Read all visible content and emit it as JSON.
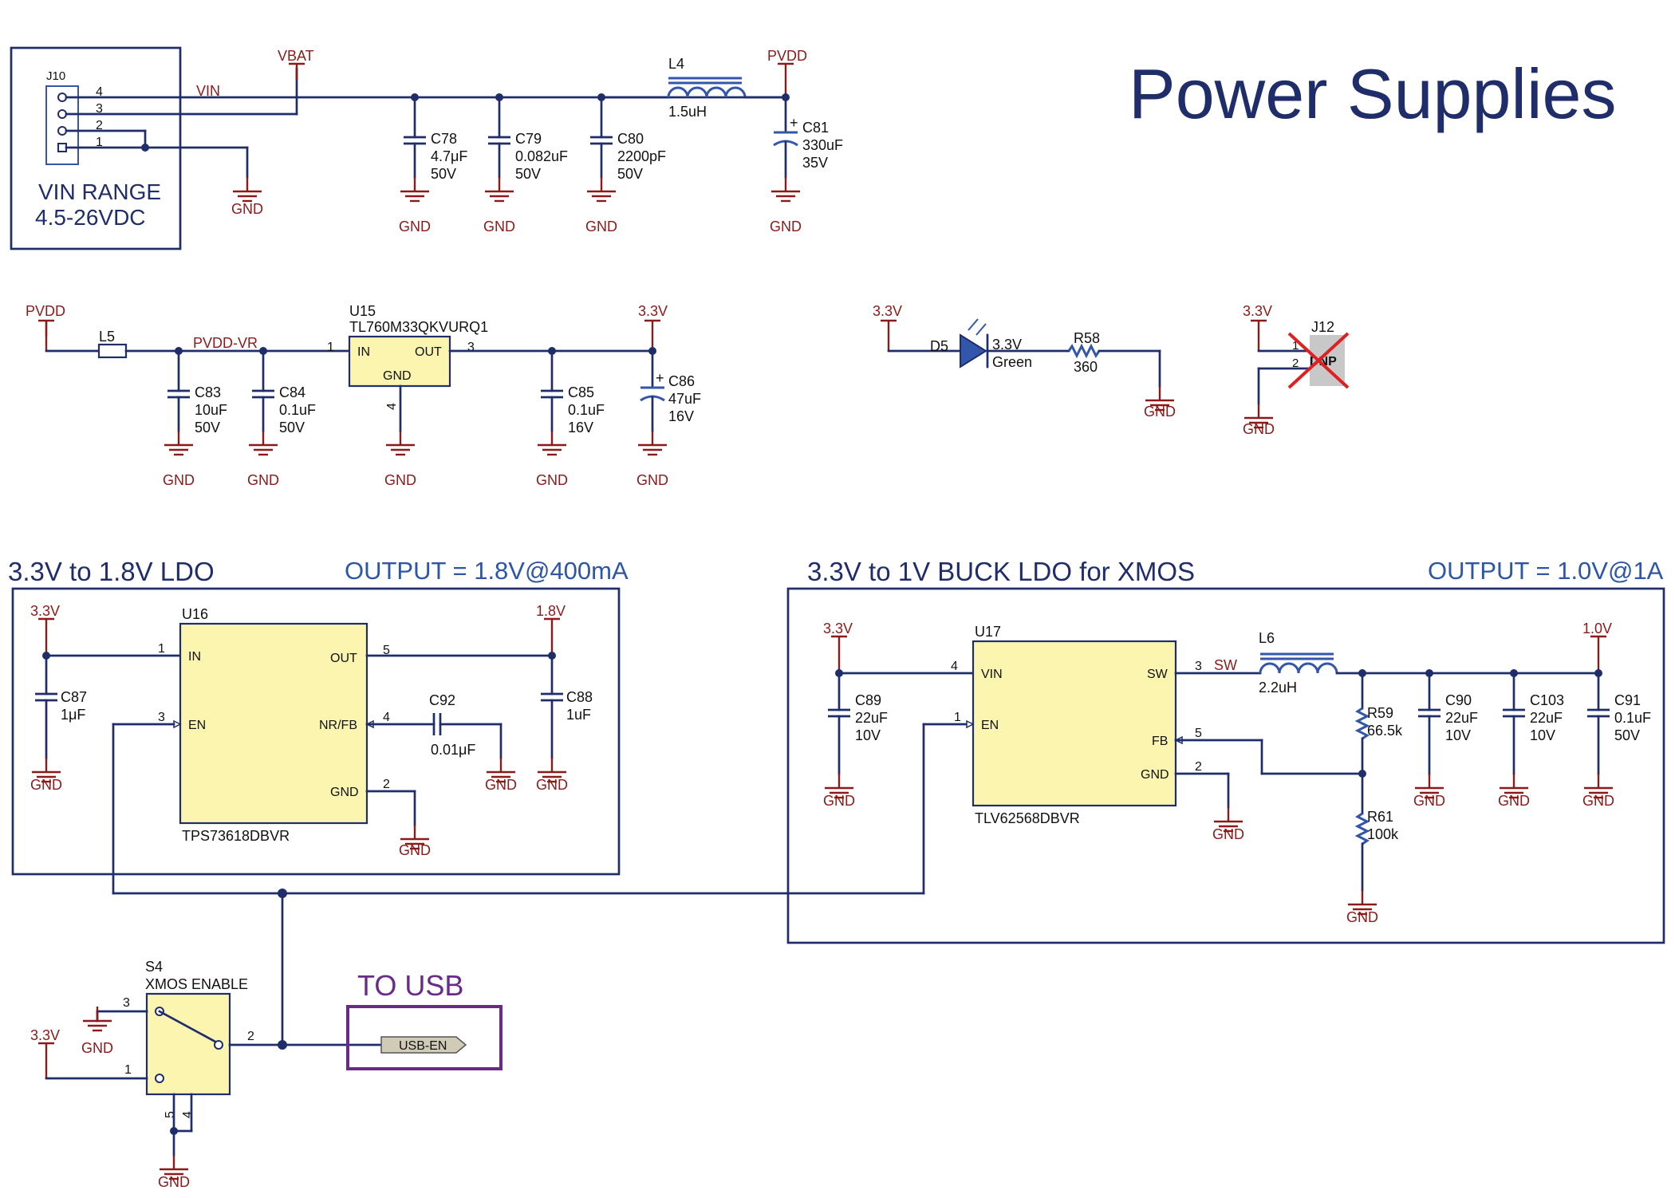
{
  "title": "Power Supplies",
  "input_block": {
    "connector": "J10",
    "range_line1": "VIN RANGE",
    "range_line2": "4.5-26VDC",
    "pins": [
      "4",
      "3",
      "2",
      "1"
    ],
    "net_vin": "VIN",
    "net_vbat": "VBAT",
    "net_pvdd": "PVDD"
  },
  "caps_top": [
    {
      "ref": "C78",
      "value": "4.7μF",
      "rating": "50V"
    },
    {
      "ref": "C79",
      "value": "0.082uF",
      "rating": "50V"
    },
    {
      "ref": "C80",
      "value": "2200pF",
      "rating": "50V"
    },
    {
      "ref": "C81",
      "value": "330uF",
      "rating": "35V"
    }
  ],
  "l4": {
    "ref": "L4",
    "value": "1.5uH"
  },
  "gnd": "GND",
  "reg33": {
    "in_net": "PVDD",
    "l5": "L5",
    "mid_net": "PVDD-VR",
    "ref": "U15",
    "part": "TL760M33QKVURQ1",
    "pin_in": "IN",
    "pin_out": "OUT",
    "pin_gnd": "GND",
    "pin1": "1",
    "pin3": "3",
    "pin4": "4",
    "out_net": "3.3V",
    "caps": [
      {
        "ref": "C83",
        "value": "10uF",
        "rating": "50V"
      },
      {
        "ref": "C84",
        "value": "0.1uF",
        "rating": "50V"
      },
      {
        "ref": "C85",
        "value": "0.1uF",
        "rating": "16V"
      },
      {
        "ref": "C86",
        "value": "47uF",
        "rating": "16V"
      }
    ]
  },
  "led": {
    "net": "3.3V",
    "ref": "D5",
    "label1": "3.3V",
    "label2": "Green",
    "res_ref": "R58",
    "res_value": "360"
  },
  "j12": {
    "net": "3.3V",
    "ref": "J12",
    "dnp": "DNP",
    "pin1": "1",
    "pin2": "2"
  },
  "ldo18": {
    "header": "3.3V to 1.8V LDO",
    "output": "OUTPUT = 1.8V@400mA",
    "in_net": "3.3V",
    "out_net": "1.8V",
    "ref": "U16",
    "part": "TPS73618DBVR",
    "pins": {
      "in": "IN",
      "en": "EN",
      "out": "OUT",
      "nrfb": "NR/FB",
      "gnd": "GND"
    },
    "pin_numbers": {
      "in": "1",
      "en": "3",
      "out": "5",
      "nrfb": "4",
      "gnd": "2"
    },
    "caps": [
      {
        "ref": "C87",
        "value": "1μF"
      },
      {
        "ref": "C92",
        "value": "0.01μF"
      },
      {
        "ref": "C88",
        "value": "1uF"
      }
    ]
  },
  "buck": {
    "header": "3.3V to 1V BUCK LDO for XMOS",
    "output": "OUTPUT = 1.0V@1A",
    "in_net": "3.3V",
    "out_net": "1.0V",
    "ref": "U17",
    "part": "TLV62568DBVR",
    "pins": {
      "vin": "VIN",
      "en": "EN",
      "sw": "SW",
      "fb": "FB",
      "gnd": "GND"
    },
    "pin_numbers": {
      "vin": "4",
      "en": "1",
      "sw": "3",
      "fb": "5",
      "gnd": "2"
    },
    "sw_net": "SW",
    "l6": {
      "ref": "L6",
      "value": "2.2uH"
    },
    "r59": {
      "ref": "R59",
      "value": "66.5k"
    },
    "r61": {
      "ref": "R61",
      "value": "100k"
    },
    "caps": [
      {
        "ref": "C89",
        "value": "22uF",
        "rating": "10V"
      },
      {
        "ref": "C90",
        "value": "22uF",
        "rating": "10V"
      },
      {
        "ref": "C103",
        "value": "22uF",
        "rating": "10V"
      },
      {
        "ref": "C91",
        "value": "0.1uF",
        "rating": "50V"
      }
    ]
  },
  "switch": {
    "ref": "S4",
    "name": "XMOS ENABLE",
    "net": "3.3V",
    "pins": [
      "3",
      "2",
      "1",
      "5",
      "4"
    ],
    "to_usb": "TO USB",
    "usb_net": "USB-EN"
  }
}
